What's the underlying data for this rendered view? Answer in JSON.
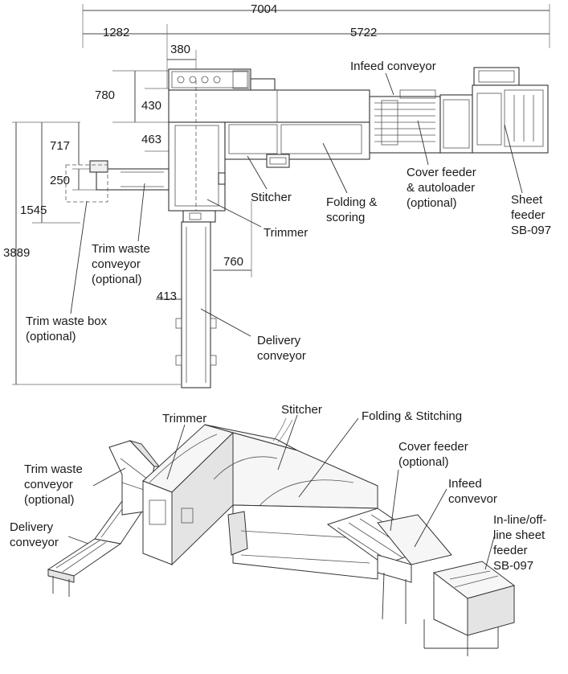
{
  "top_view": {
    "dimensions": {
      "overall_width": "7004",
      "left_width": "1282",
      "right_width": "5722",
      "trimmer_width": "380",
      "head_depth": "780",
      "head_part": "430",
      "mid_part": "463",
      "waste_depth": "717",
      "waste_box": "250",
      "left_height": "1545",
      "total_height": "3889",
      "delivery_offset": "760",
      "delivery_width": "413"
    },
    "labels": {
      "infeed_conveyor": "Infeed conveyor",
      "stitcher": "Stitcher",
      "folding_line1": "Folding &",
      "folding_line2": "scoring",
      "cover_line1": "Cover feeder",
      "cover_line2": "& autoloader",
      "cover_line3": "(optional)",
      "sheet_line1": "Sheet",
      "sheet_line2": "feeder",
      "sheet_line3": "SB-097",
      "trimmer": "Trimmer",
      "trim_conv_line1": "Trim waste",
      "trim_conv_line2": "conveyor",
      "trim_conv_line3": "(optional)",
      "trim_box_line1": "Trim waste box",
      "trim_box_line2": "(optional)",
      "delivery_line1": "Delivery",
      "delivery_line2": "conveyor"
    }
  },
  "iso_view": {
    "labels": {
      "trimmer": "Trimmer",
      "stitcher": "Stitcher",
      "folding": "Folding & Stitching",
      "cover_line1": "Cover feeder",
      "cover_line2": "(optional)",
      "infeed_line1": "Infeed",
      "infeed_line2": "convevor",
      "trim_line1": "Trim waste",
      "trim_line2": "conveyor",
      "trim_line3": "(optional)",
      "delivery_line1": "Delivery",
      "delivery_line2": "conveyor",
      "sheet_line1": "In-line/off-",
      "sheet_line2": "line sheet",
      "sheet_line3": "feeder",
      "sheet_line4": "SB-097"
    }
  }
}
